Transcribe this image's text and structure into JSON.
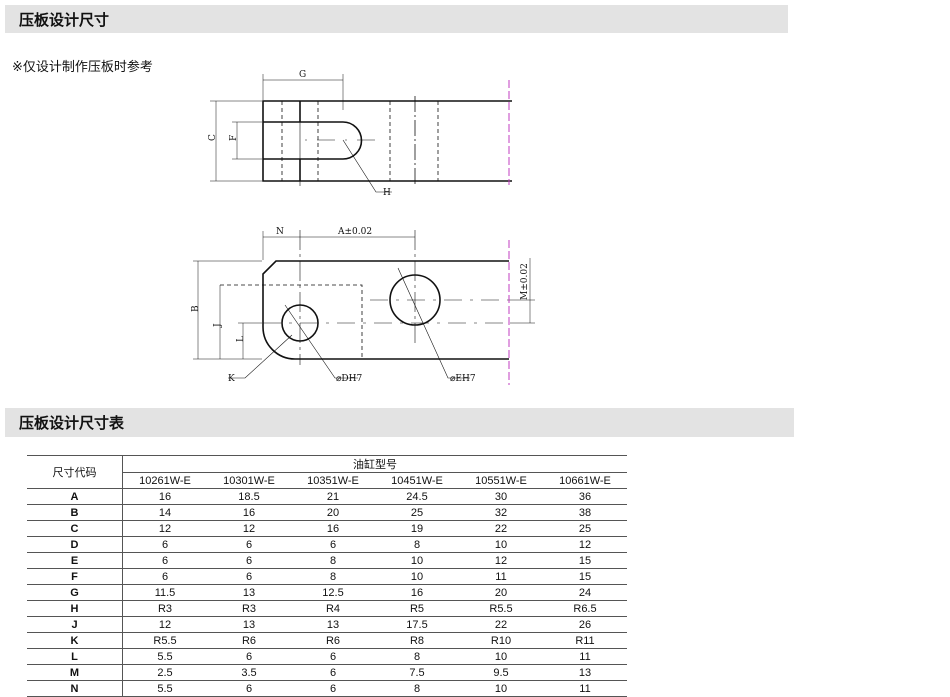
{
  "section1_title": "压板设计尺寸",
  "note": "※仅设计制作压板时参考",
  "drawing_labels": {
    "G": "G",
    "C": "C",
    "F": "F",
    "H": "H",
    "N": "N",
    "A": "A±0.02",
    "M": "M±0.02",
    "B": "B",
    "J": "J",
    "L": "L",
    "K": "K",
    "D": "⌀DH7",
    "E": "⌀EH7"
  },
  "section2_title": "压板设计尺寸表",
  "table": {
    "code_header": "尺寸代码",
    "group_header": "油缸型号",
    "models": [
      "10261W-E",
      "10301W-E",
      "10351W-E",
      "10451W-E",
      "10551W-E",
      "10661W-E"
    ],
    "rows": [
      {
        "code": "A",
        "values": [
          "16",
          "18.5",
          "21",
          "24.5",
          "30",
          "36"
        ]
      },
      {
        "code": "B",
        "values": [
          "14",
          "16",
          "20",
          "25",
          "32",
          "38"
        ]
      },
      {
        "code": "C",
        "values": [
          "12",
          "12",
          "16",
          "19",
          "22",
          "25"
        ]
      },
      {
        "code": "D",
        "values": [
          "6",
          "6",
          "6",
          "8",
          "10",
          "12"
        ]
      },
      {
        "code": "E",
        "values": [
          "6",
          "6",
          "8",
          "10",
          "12",
          "15"
        ]
      },
      {
        "code": "F",
        "values": [
          "6",
          "6",
          "8",
          "10",
          "11",
          "15"
        ]
      },
      {
        "code": "G",
        "values": [
          "11.5",
          "13",
          "12.5",
          "16",
          "20",
          "24"
        ]
      },
      {
        "code": "H",
        "values": [
          "R3",
          "R3",
          "R4",
          "R5",
          "R5.5",
          "R6.5"
        ]
      },
      {
        "code": "J",
        "values": [
          "12",
          "13",
          "13",
          "17.5",
          "22",
          "26"
        ]
      },
      {
        "code": "K",
        "values": [
          "R5.5",
          "R6",
          "R6",
          "R8",
          "R10",
          "R11"
        ]
      },
      {
        "code": "L",
        "values": [
          "5.5",
          "6",
          "6",
          "8",
          "10",
          "11"
        ]
      },
      {
        "code": "M",
        "values": [
          "2.5",
          "3.5",
          "6",
          "7.5",
          "9.5",
          "13"
        ]
      },
      {
        "code": "N",
        "values": [
          "5.5",
          "6",
          "6",
          "8",
          "10",
          "11"
        ]
      }
    ]
  }
}
